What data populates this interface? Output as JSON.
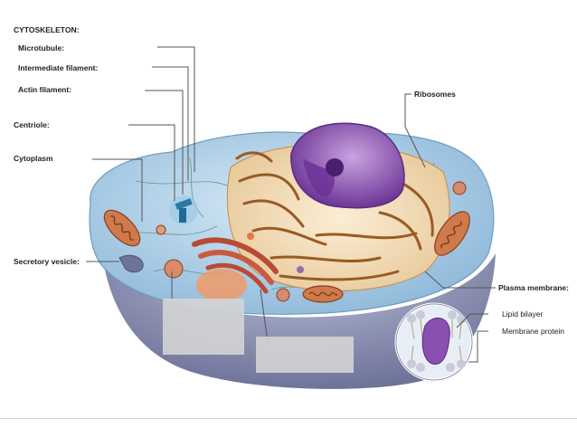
{
  "labels": {
    "cytoskeleton": "CYTOSKELETON:",
    "microtubule": "Microtubule:",
    "intermediate_filament": "Intermediate filament:",
    "actin_filament": "Actin filament:",
    "centriole": "Centriole:",
    "cytoplasm": "Cytoplasm",
    "secretory_vesicle": "Secretory vesicle:",
    "ribosomes": "Ribosomes",
    "plasma_membrane": "Plasma membrane:",
    "lipid_bilayer": "Lipid bilayer",
    "membrane_protein": "Membrane protein"
  },
  "colors": {
    "cytoplasm": "#a9cde6",
    "cell_body": "#7f86ad",
    "nucleus": "#8a4fb0",
    "er": "#c98a45",
    "golgi": "#c0553c",
    "mitochondria": "#b5623b"
  }
}
